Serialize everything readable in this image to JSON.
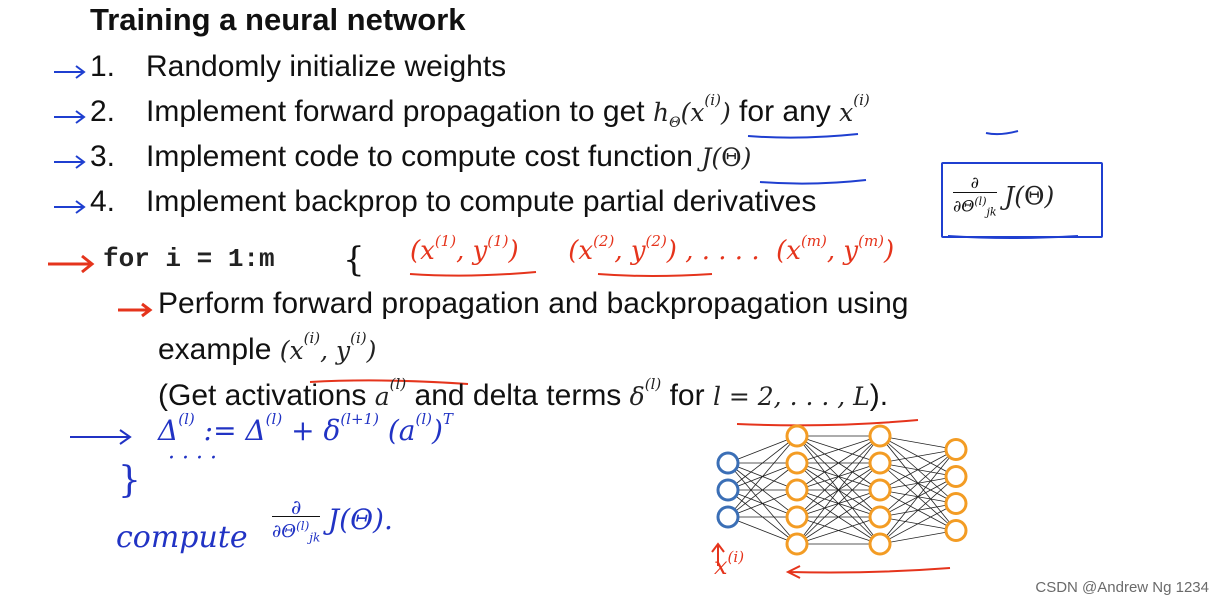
{
  "slide": {
    "title": "Training a neural network",
    "steps": [
      {
        "num": "1.",
        "text": "Randomly initialize weights"
      },
      {
        "num": "2.",
        "text": "Implement forward propagation to get",
        "math": "hΘ(x(i))",
        "text2": "for any",
        "math2": "x(i)"
      },
      {
        "num": "3.",
        "text": "Implement code to compute cost function",
        "math": "J(Θ)"
      },
      {
        "num": "4.",
        "text": "Implement backprop to compute partial derivatives"
      }
    ],
    "boxed_derivative": {
      "numerator": "∂",
      "denominator": "∂Θ(l)jk",
      "fn": "J(Θ)"
    },
    "loop": {
      "code": "for i = 1:m",
      "brace": "{",
      "line1": "Perform forward propagation and backpropagation using",
      "line2": "example",
      "line2_math": "(x(i), y(i))",
      "line3_pre": "(Get activations",
      "line3_a": "a(l)",
      "line3_mid": "and delta terms",
      "line3_delta": "δ(l)",
      "line3_for": "for",
      "line3_range": "l = 2, . . . , L",
      "line3_end": ")."
    },
    "handwritten": {
      "red_examples": "(x(1), y(1))   (x(2), y(2)) , . . . .  (x(m), y(m))",
      "blue_update": "Δ(l) := Δ(l) + δ(l+1) (a(l))ᵀ",
      "blue_dots": "· · · ·",
      "blue_brace": "}",
      "blue_compute": "compute",
      "blue_deriv_num": "∂",
      "blue_deriv_den": "∂Θ(l)jk",
      "blue_fn": "J(Θ).",
      "red_input": "x(i)"
    },
    "network": {
      "layers": [
        3,
        5,
        5,
        4
      ],
      "colors": {
        "input": "#3b6fb6",
        "hidden": "#f39c24",
        "output": "#f39c24"
      }
    },
    "watermark": "CSDN @Andrew Ng 1234"
  }
}
